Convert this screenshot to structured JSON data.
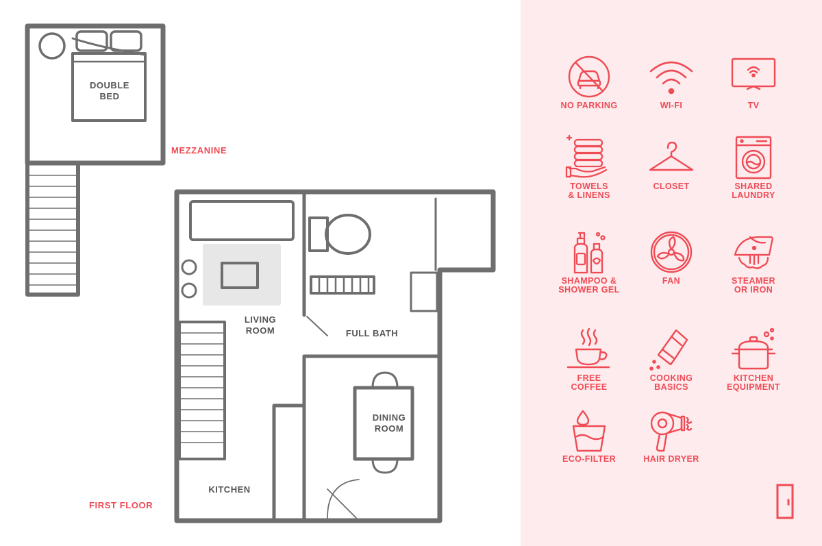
{
  "floorplan": {
    "floor_labels": {
      "mezzanine": "MEZZANINE",
      "first_floor": "FIRST FLOOR"
    },
    "rooms": {
      "double_bed": "DOUBLE\nBED",
      "living_room": "LIVING\nROOM",
      "full_bath": "FULL BATH",
      "dining_room": "DINING\nROOM",
      "kitchen": "KITCHEN"
    },
    "wall_color": "#6e6e6e",
    "label_color": "#555555",
    "accent_color": "#ef4b55"
  },
  "amenities": {
    "background": "#fdebed",
    "accent_color": "#ef4b55",
    "items": [
      {
        "icon": "no-parking-icon",
        "label": "NO PARKING"
      },
      {
        "icon": "wifi-icon",
        "label": "WI-FI"
      },
      {
        "icon": "tv-icon",
        "label": "TV"
      },
      {
        "icon": "towels-icon",
        "label": "TOWELS\n& LINENS"
      },
      {
        "icon": "hanger-icon",
        "label": "CLOSET"
      },
      {
        "icon": "washing-machine-icon",
        "label": "SHARED\nLAUNDRY"
      },
      {
        "icon": "shampoo-bottles-icon",
        "label": "SHAMPOO &\nSHOWER GEL"
      },
      {
        "icon": "fan-icon",
        "label": "FAN"
      },
      {
        "icon": "iron-icon",
        "label": "STEAMER\nOR IRON"
      },
      {
        "icon": "coffee-cup-icon",
        "label": "FREE\nCOFFEE"
      },
      {
        "icon": "salt-shaker-icon",
        "label": "COOKING\nBASICS"
      },
      {
        "icon": "cooking-pot-icon",
        "label": "KITCHEN\nEQUIPMENT"
      },
      {
        "icon": "water-glass-icon",
        "label": "ECO-FILTER"
      },
      {
        "icon": "hair-dryer-icon",
        "label": "HAIR DRYER"
      }
    ],
    "brand_logo_icon": "door-logo-icon"
  }
}
